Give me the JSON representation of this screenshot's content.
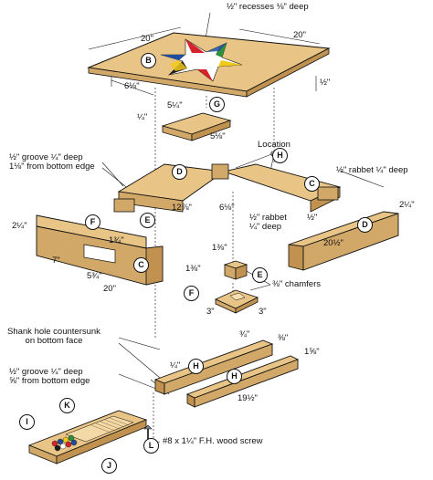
{
  "labels": {
    "recesses": "½\" recesses ⅛\" deep",
    "top_left_width": "20\"",
    "top_right_width": "20\"",
    "top_depth": "6⅛\"",
    "top_thick": "½\"",
    "block_len": "5¼\"",
    "block_thick": "¼\"",
    "block_width": "5⅛\"",
    "location_of": "Location\nof",
    "groove_top": "½\" groove ¼\" deep\n1⅛\" from bottom edge",
    "rabbet_top": "½\" rabbet ¼\" deep",
    "height_left": "2¼\"",
    "height_right": "2¼\"",
    "dim_12": "12⅞\"",
    "dim_6_inner": "6⅛\"",
    "rabbet_mid": "½\" rabbet\n¼\" deep",
    "half_mid": "½\"",
    "dim_20_half": "20½\"",
    "dim_7": "7\"",
    "dim_1_3_4": "1¾\"",
    "dim_5_3_4": "5¾\"",
    "dim_20_front": "20\"",
    "foot_top": "1⅜\"",
    "foot_side": "1⅜\"",
    "chamfers": "⅜\" chamfers",
    "foot_base_a": "3\"",
    "foot_base_b": "3\"",
    "shank": "Shank hole countersunk\non bottom face",
    "groove_bottom": "½\" groove ¼\" deep\n⅝\" from bottom edge",
    "rail_w": "¾\"",
    "rail_t": "⅜\"",
    "rail_h": "1⅝\"",
    "rail_quarter": "¼\"",
    "rail_len": "19½\"",
    "screw": "#8 x 1¼\" F.H. wood screw"
  },
  "parts": {
    "B": "B",
    "G": "G",
    "D_left": "D",
    "H_loc": "H",
    "C_right": "C",
    "F_left": "F",
    "E_left": "E",
    "C_front": "C",
    "D_right": "D",
    "E_mid": "E",
    "F_mid": "F",
    "H_upper": "H",
    "H_lower": "H",
    "K": "K",
    "I": "I",
    "J": "J",
    "L": "L"
  },
  "colors": {
    "wood": "#e8c486",
    "wood_dark": "#d2a868",
    "wood_side": "#c1924f",
    "line": "#111111",
    "star_red": "#d6232a",
    "star_blue": "#1f4d9c",
    "star_yellow": "#f0c91a",
    "star_green": "#2e8f3c",
    "star_black": "#1a1a1a",
    "star_white": "#ffffff"
  },
  "icons": [
    "chinese-checkers-star-icon",
    "marble-tray-icon",
    "wood-screw-icon"
  ]
}
